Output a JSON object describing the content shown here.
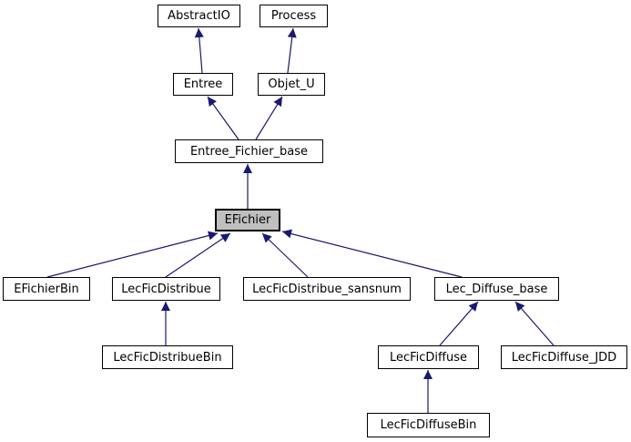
{
  "diagram": {
    "kind": "class-inheritance-graph",
    "edge_color": "#191970",
    "node_border_color": "#000000",
    "node_fill_color": "#ffffff",
    "highlighted_node_fill_color": "#bfbfbf",
    "text_color": "#000000",
    "selected_node": "EFichier",
    "nodes": [
      {
        "id": "AbstractIO",
        "label": "AbstractIO",
        "highlighted": false
      },
      {
        "id": "Process",
        "label": "Process",
        "highlighted": false
      },
      {
        "id": "Entree",
        "label": "Entree",
        "highlighted": false
      },
      {
        "id": "Objet_U",
        "label": "Objet_U",
        "highlighted": false
      },
      {
        "id": "Entree_Fichier_base",
        "label": "Entree_Fichier_base",
        "highlighted": false
      },
      {
        "id": "EFichier",
        "label": "EFichier",
        "highlighted": true
      },
      {
        "id": "EFichierBin",
        "label": "EFichierBin",
        "highlighted": false
      },
      {
        "id": "LecFicDistribue",
        "label": "LecFicDistribue",
        "highlighted": false
      },
      {
        "id": "LecFicDistribue_sansnum",
        "label": "LecFicDistribue_sansnum",
        "highlighted": false
      },
      {
        "id": "Lec_Diffuse_base",
        "label": "Lec_Diffuse_base",
        "highlighted": false
      },
      {
        "id": "LecFicDistribueBin",
        "label": "LecFicDistribueBin",
        "highlighted": false
      },
      {
        "id": "LecFicDiffuse",
        "label": "LecFicDiffuse",
        "highlighted": false
      },
      {
        "id": "LecFicDiffuse_JDD",
        "label": "LecFicDiffuse_JDD",
        "highlighted": false
      },
      {
        "id": "LecFicDiffuseBin",
        "label": "LecFicDiffuseBin",
        "highlighted": false
      }
    ],
    "edges": [
      {
        "derived": "Entree",
        "base": "AbstractIO"
      },
      {
        "derived": "Objet_U",
        "base": "Process"
      },
      {
        "derived": "Entree_Fichier_base",
        "base": "Entree"
      },
      {
        "derived": "Entree_Fichier_base",
        "base": "Objet_U"
      },
      {
        "derived": "EFichier",
        "base": "Entree_Fichier_base"
      },
      {
        "derived": "EFichierBin",
        "base": "EFichier"
      },
      {
        "derived": "LecFicDistribue",
        "base": "EFichier"
      },
      {
        "derived": "LecFicDistribue_sansnum",
        "base": "EFichier"
      },
      {
        "derived": "Lec_Diffuse_base",
        "base": "EFichier"
      },
      {
        "derived": "LecFicDistribueBin",
        "base": "LecFicDistribue"
      },
      {
        "derived": "LecFicDiffuse",
        "base": "Lec_Diffuse_base"
      },
      {
        "derived": "LecFicDiffuse_JDD",
        "base": "Lec_Diffuse_base"
      },
      {
        "derived": "LecFicDiffuseBin",
        "base": "LecFicDiffuse"
      }
    ]
  }
}
